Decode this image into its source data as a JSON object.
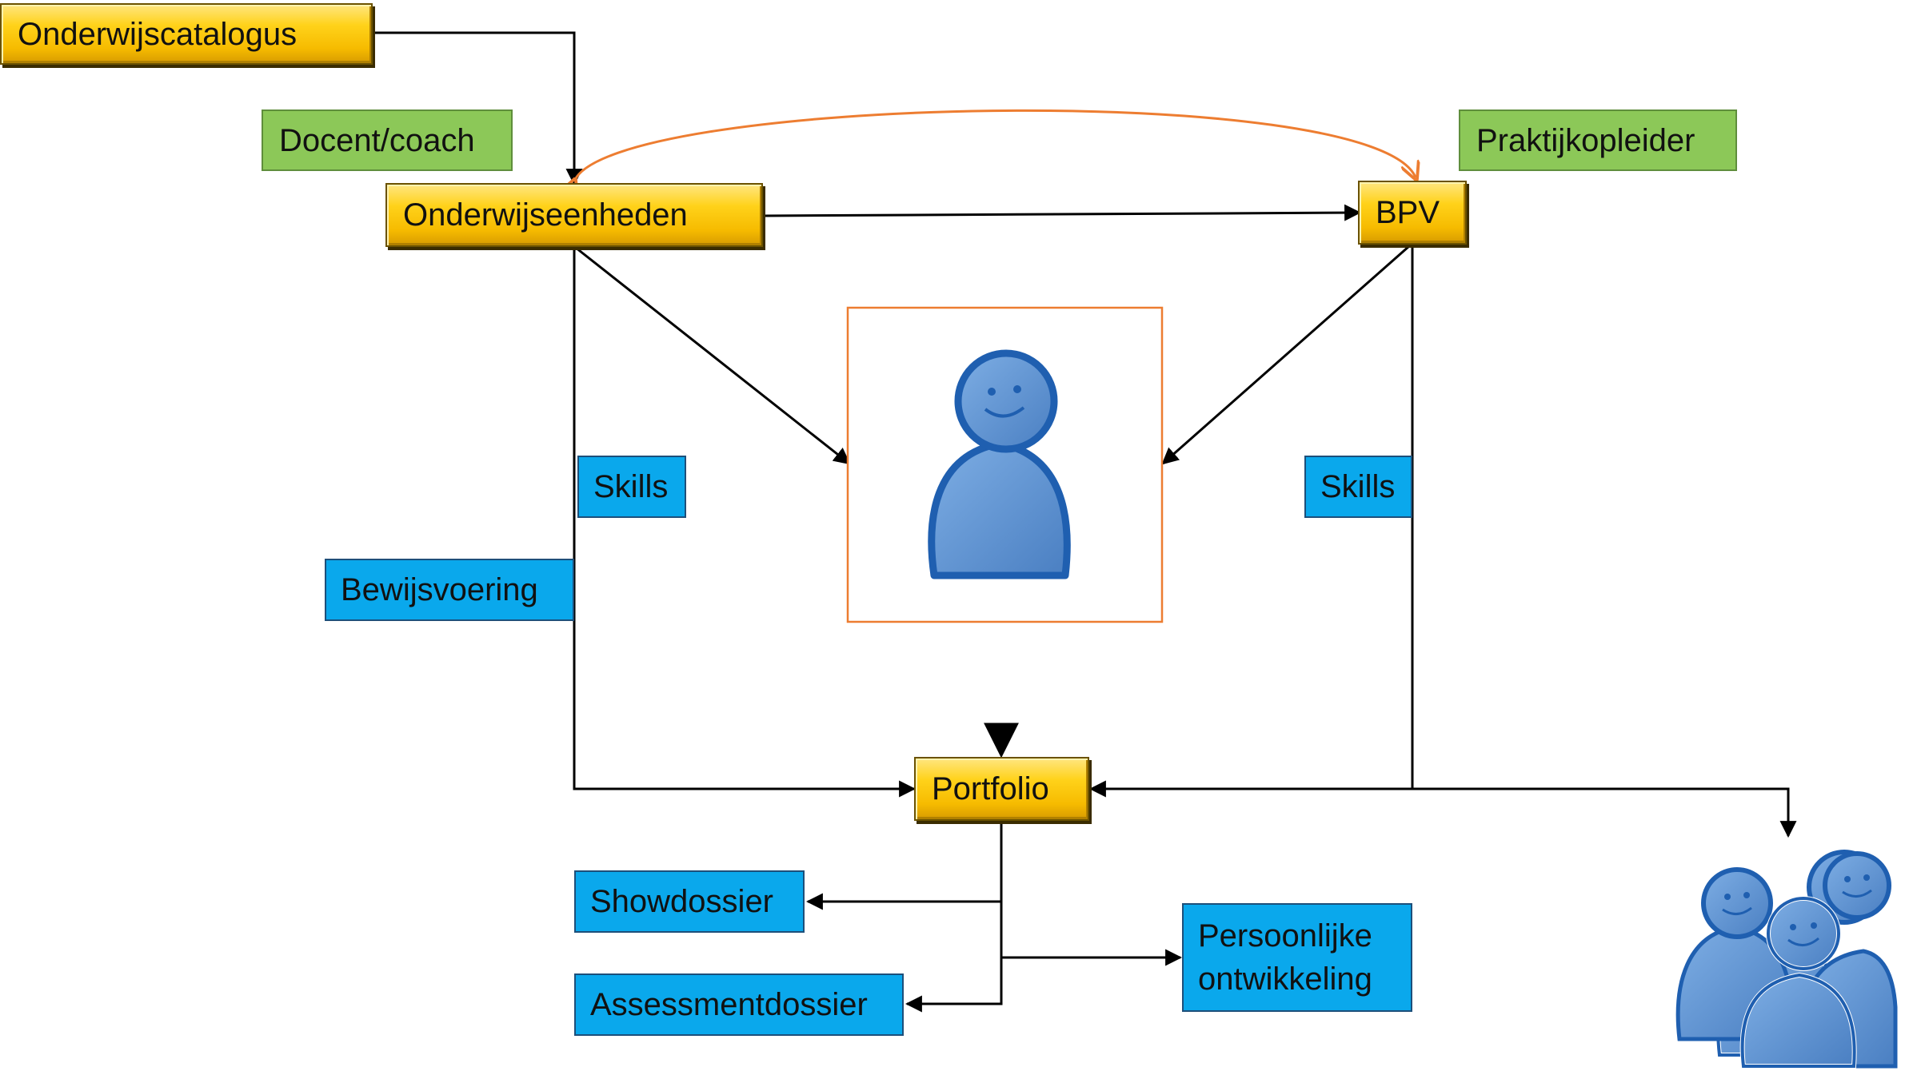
{
  "nodes": {
    "onderwijscatalogus": "Onderwijscatalogus",
    "docent_coach": "Docent/coach",
    "praktijkopleider": "Praktijkopleider",
    "onderwijseenheden": "Onderwijseenheden",
    "bpv": "BPV",
    "skills_left": "Skills",
    "skills_right": "Skills",
    "bewijsvoering": "Bewijsvoering",
    "portfolio": "Portfolio",
    "showdossier": "Showdossier",
    "assessmentdossier": "Assessmentdossier",
    "persoonlijke_ontwikkeling": "Persoonlijke ontwikkeling"
  },
  "icons": {
    "student": "student-figure-icon",
    "group": "group-figures-icon"
  },
  "colors": {
    "gold": "#ffc000",
    "green": "#8cc858",
    "blue": "#0aa8ec",
    "orange": "#ed7d31",
    "figure": "#5b8fd0"
  }
}
